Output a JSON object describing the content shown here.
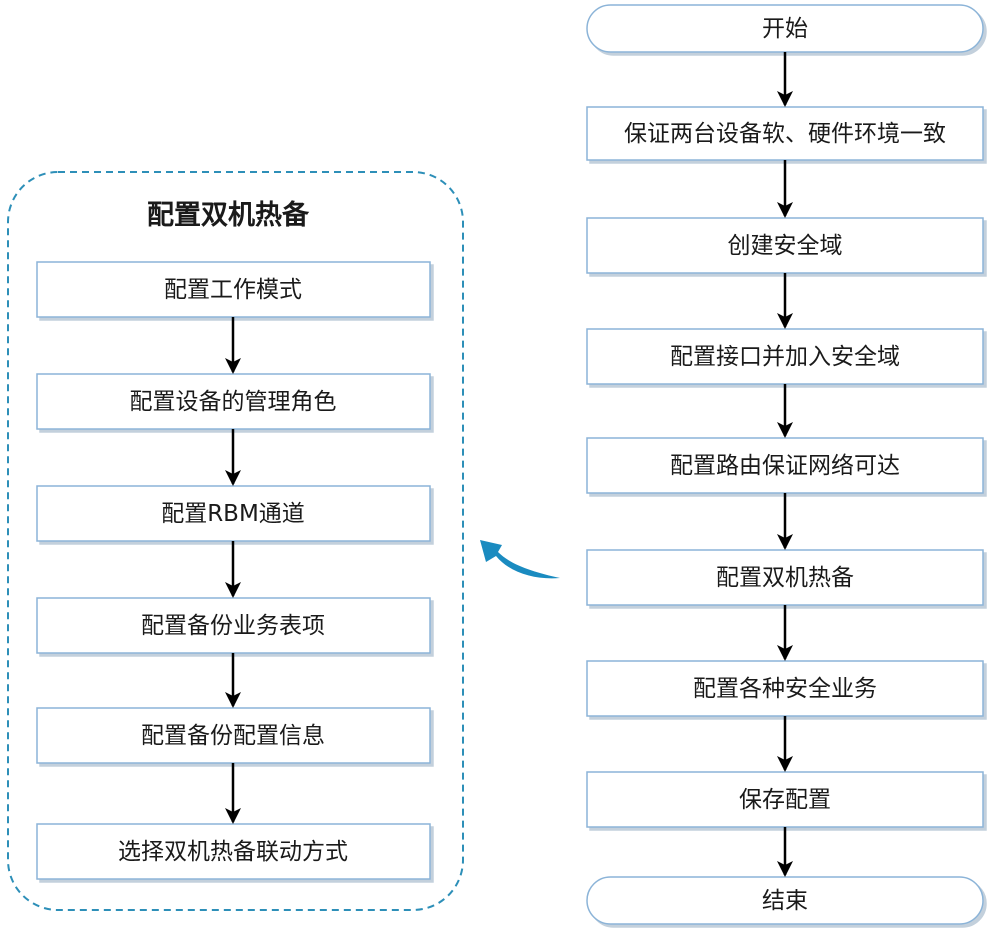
{
  "main_flow": {
    "start": "开始",
    "steps": [
      "保证两台设备软、硬件环境一致",
      "创建安全域",
      "配置接口并加入安全域",
      "配置路由保证网络可达",
      "配置双机热备",
      "配置各种安全业务",
      "保存配置"
    ],
    "end": "结束"
  },
  "detail_group": {
    "title": "配置双机热备",
    "steps": [
      "配置工作模式",
      "配置设备的管理角色",
      "配置RBM通道",
      "配置备份业务表项",
      "配置备份配置信息",
      "选择双机热备联动方式"
    ]
  },
  "colors": {
    "box_border": "#8cb4d8",
    "box_shadow": "#c3d0dc",
    "group_border": "#2d8fb8",
    "expand_arrow": "#1a8bc0",
    "arrow": "#000000"
  }
}
